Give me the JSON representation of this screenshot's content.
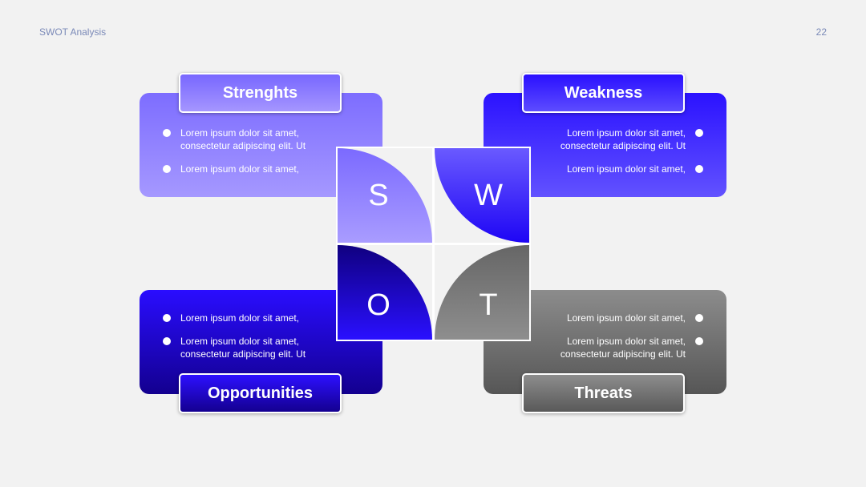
{
  "header": {
    "title": "SWOT Analysis",
    "page_number": "22"
  },
  "colors": {
    "strengths": "#8f80ff",
    "weakness": "#3a22ff",
    "opportunities": "#1e05d0",
    "threats": "#777777"
  },
  "quadrants": {
    "strengths": {
      "title": "Strenghts",
      "letter": "S",
      "bullets": [
        "Lorem ipsum dolor sit amet,\nconsectetur adipiscing elit. Ut",
        "Lorem ipsum dolor sit amet,"
      ]
    },
    "weakness": {
      "title": "Weakness",
      "letter": "W",
      "bullets": [
        "Lorem ipsum dolor sit amet,\nconsectetur adipiscing elit. Ut",
        "Lorem ipsum dolor sit amet,"
      ]
    },
    "opportunities": {
      "title": "Opportunities",
      "letter": "O",
      "bullets": [
        "Lorem ipsum dolor sit amet,",
        "Lorem ipsum dolor sit amet,\nconsectetur adipiscing elit. Ut"
      ]
    },
    "threats": {
      "title": "Threats",
      "letter": "T",
      "bullets": [
        "Lorem ipsum dolor sit amet,",
        "Lorem ipsum dolor sit amet,\nconsectetur adipiscing elit. Ut"
      ]
    }
  }
}
